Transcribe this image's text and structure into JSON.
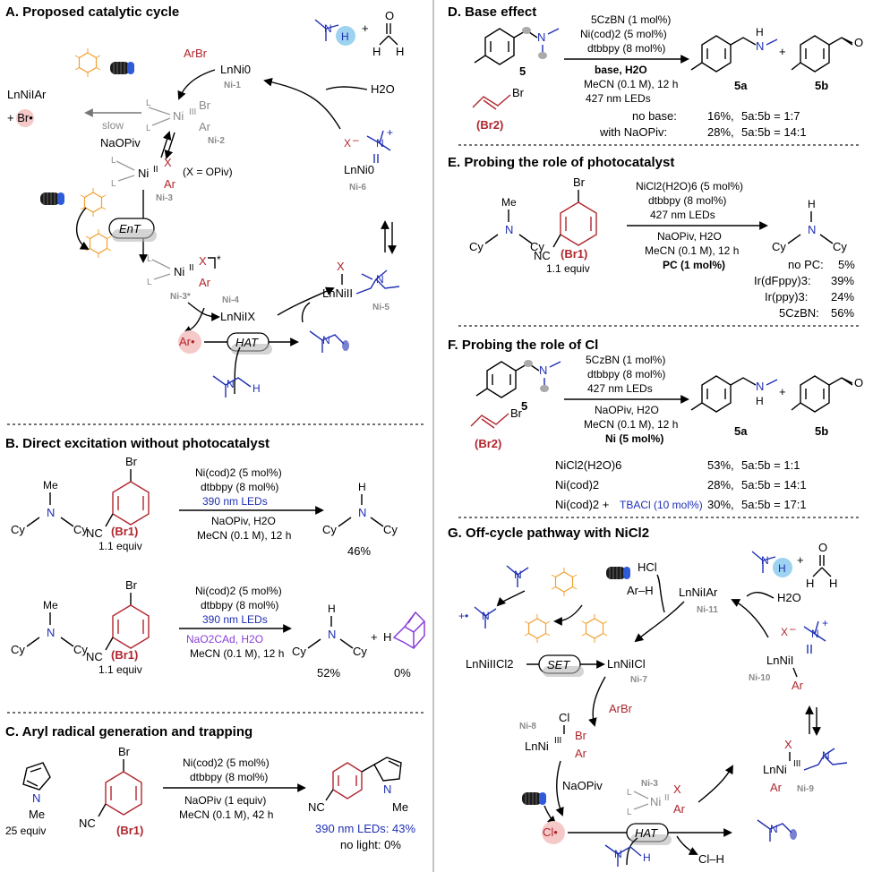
{
  "panels": {
    "A": {
      "title": "A. Proposed catalytic cycle",
      "nodes": {
        "ni1_species": "LnNi0",
        "ni1_label": "Ni-1",
        "ni2_label": "Ni-2",
        "ni3_label": "Ni-3",
        "ni3star_label": "Ni-3*",
        "ni4_label": "Ni-4",
        "ni4_species": "LnNiIX",
        "ni5_label": "Ni-5",
        "ni5_species": "LnNiII",
        "ni6_label": "Ni-6",
        "ni6_species": "LnNi0",
        "x_note": "(X = OPiv)",
        "product_left": "LnNiIAr",
        "br_radical": "+ Br•",
        "slow": "slow",
        "arbr": "ArBr",
        "naopiv": "NaOPiv",
        "water": "H2O",
        "ent": "EnT",
        "hat": "HAT",
        "ar_radical": "Ar•"
      }
    },
    "B": {
      "title": "B. Direct excitation without photocatalyst",
      "equiv": "1.1 equiv",
      "br1": "(Br1)",
      "rxn1": [
        "Ni(cod)2 (5 mol%)",
        "dtbbpy (8 mol%)",
        "390 nm LEDs",
        "NaOPiv, H2O",
        "MeCN (0.1 M), 12 h"
      ],
      "yield1": "46%",
      "rxn2": [
        "Ni(cod)2 (5 mol%)",
        "dtbbpy (8 mol%)",
        "390 nm LEDs",
        "NaO2CAd, H2O",
        "MeCN (0.1 M), 12 h"
      ],
      "yield2a": "52%",
      "yield2b": "0%"
    },
    "C": {
      "title": "C. Aryl radical generation and trapping",
      "pyrrole_equiv": "25 equiv",
      "br1": "(Br1)",
      "rxn": [
        "Ni(cod)2 (5 mol%)",
        "dtbbpy (8 mol%)",
        "NaOPiv (1 equiv)",
        "MeCN (0.1 M), 42 h"
      ],
      "result_light": "390 nm LEDs: 43%",
      "result_dark": "no light: 0%"
    },
    "D": {
      "title": "D. Base effect",
      "sub": "5",
      "br2": "(Br2)",
      "rxn": [
        "5CzBN (1 mol%)",
        "Ni(cod)2 (5 mol%)",
        "dtbbpy (8 mol%)",
        "base, H2O",
        "MeCN (0.1 M), 12 h",
        "427 nm LEDs"
      ],
      "p1": "5a",
      "p2": "5b",
      "results": [
        {
          "cond": "no base:",
          "yield": "16%,",
          "ratio": "5a:5b = 1:7"
        },
        {
          "cond": "with NaOPiv:",
          "yield": "28%,",
          "ratio": "5a:5b = 14:1"
        }
      ]
    },
    "E": {
      "title": "E. Probing the role of photocatalyst",
      "equiv": "1.1 equiv",
      "br1": "(Br1)",
      "rxn": [
        "NiCl2(H2O)6 (5 mol%)",
        "dtbbpy (8 mol%)",
        "427 nm LEDs",
        "NaOPiv, H2O",
        "MeCN (0.1 M), 12 h",
        "PC (1 mol%)"
      ],
      "results": [
        {
          "pc": "no PC:",
          "yield": "5%"
        },
        {
          "pc": "Ir(dFppy)3:",
          "yield": "39%"
        },
        {
          "pc": "Ir(ppy)3:",
          "yield": "24%"
        },
        {
          "pc": "5CzBN:",
          "yield": "56%"
        }
      ]
    },
    "F": {
      "title": "F. Probing the role of Cl",
      "sub": "5",
      "br2": "(Br2)",
      "rxn": [
        "5CzBN (1 mol%)",
        "dtbbpy (8 mol%)",
        "427 nm LEDs",
        "NaOPiv, H2O",
        "MeCN (0.1 M), 12 h",
        "Ni (5 mol%)"
      ],
      "p1": "5a",
      "p2": "5b",
      "results": [
        {
          "ni": "NiCl2(H2O)6",
          "extra": "",
          "yield": "53%,",
          "ratio": "5a:5b = 1:1"
        },
        {
          "ni": "Ni(cod)2",
          "extra": "",
          "yield": "28%,",
          "ratio": "5a:5b = 14:1"
        },
        {
          "ni": "Ni(cod)2 +",
          "extra": "TBACl (10 mol%)",
          "yield": "30%,",
          "ratio": "5a:5b = 17:1"
        }
      ]
    },
    "G": {
      "title": "G. Off-cycle pathway with NiCl2",
      "nodes": {
        "nicl2": "LnNiIICl2",
        "set": "SET",
        "ni7_species": "LnNiICl",
        "ni7_label": "Ni-7",
        "ni8_label": "Ni-8",
        "ni9_label": "Ni-9",
        "ni10_label": "Ni-10",
        "ni10_species": "LnNiI",
        "ni11_label": "Ni-11",
        "ni11_species": "LnNiIAr",
        "ni3_label": "Ni-3",
        "hcl": "HCl",
        "arh": "Ar–H",
        "arbr": "ArBr",
        "naopiv": "NaOPiv",
        "water": "H2O",
        "hat": "HAT",
        "cl_radical": "Cl•",
        "clh": "Cl–H"
      }
    }
  },
  "colors": {
    "red": "#b0262d",
    "blue": "#1f2fb4",
    "grey": "#8a8a8a",
    "violet": "#8a3dd8",
    "pink": "#f6c9c9",
    "light_blue": "#9dd3f0",
    "photocat": "#f0a030"
  },
  "icons": [
    "led-icon",
    "photocatalyst-5czbn-icon",
    "aryl-radical-icon",
    "chlorine-radical-icon",
    "hydrogen-highlight-icon"
  ]
}
